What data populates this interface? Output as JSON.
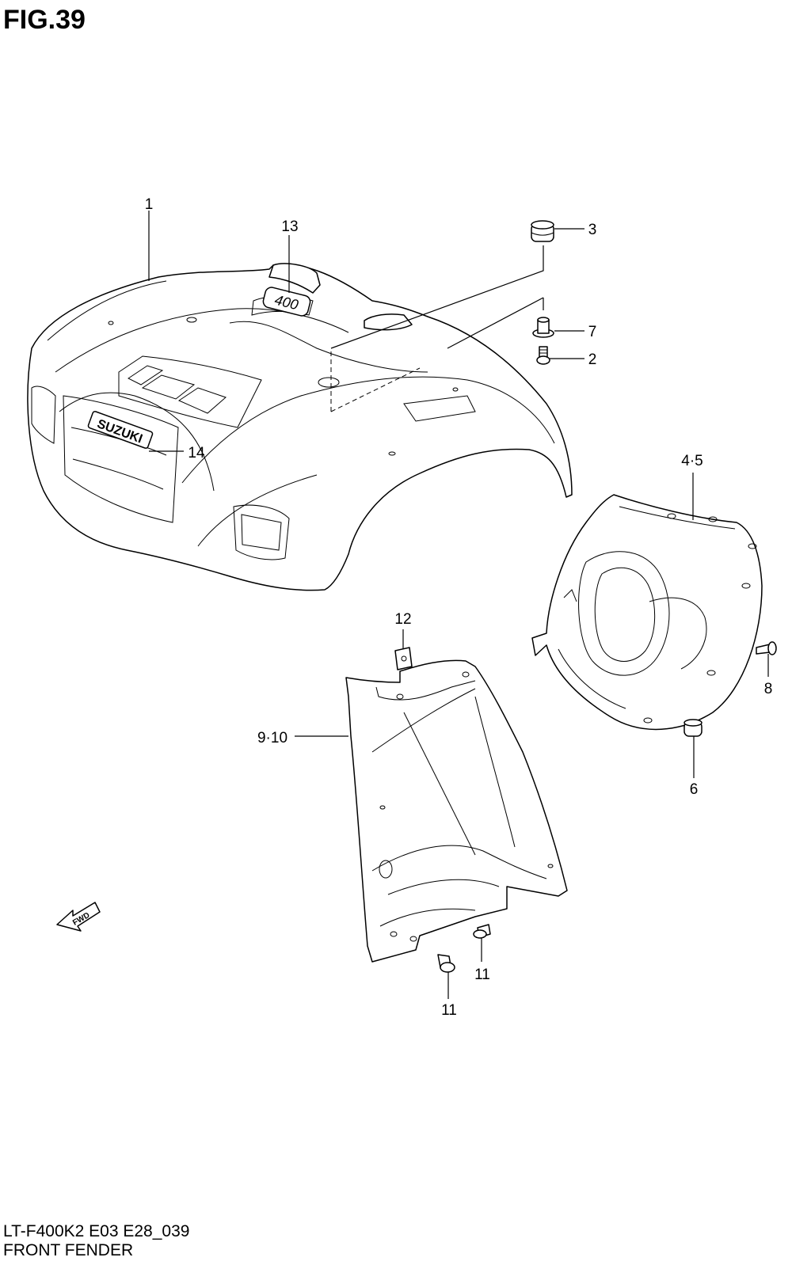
{
  "figure": {
    "title": "FIG.39",
    "model_code": "LT-F400K2 E03 E28_039",
    "caption": "FRONT FENDER"
  },
  "badges": {
    "emblem_400": "400",
    "emblem_brand": "SUZUKI",
    "fwd_arrow": "FWD"
  },
  "callouts": [
    {
      "id": "1",
      "label": "1"
    },
    {
      "id": "13",
      "label": "13"
    },
    {
      "id": "3",
      "label": "3"
    },
    {
      "id": "7",
      "label": "7"
    },
    {
      "id": "2",
      "label": "2"
    },
    {
      "id": "14",
      "label": "14"
    },
    {
      "id": "4-5",
      "label": "4·5"
    },
    {
      "id": "12",
      "label": "12"
    },
    {
      "id": "9-10",
      "label": "9·10"
    },
    {
      "id": "8",
      "label": "8"
    },
    {
      "id": "6",
      "label": "6"
    },
    {
      "id": "11a",
      "label": "11"
    },
    {
      "id": "11b",
      "label": "11"
    }
  ]
}
